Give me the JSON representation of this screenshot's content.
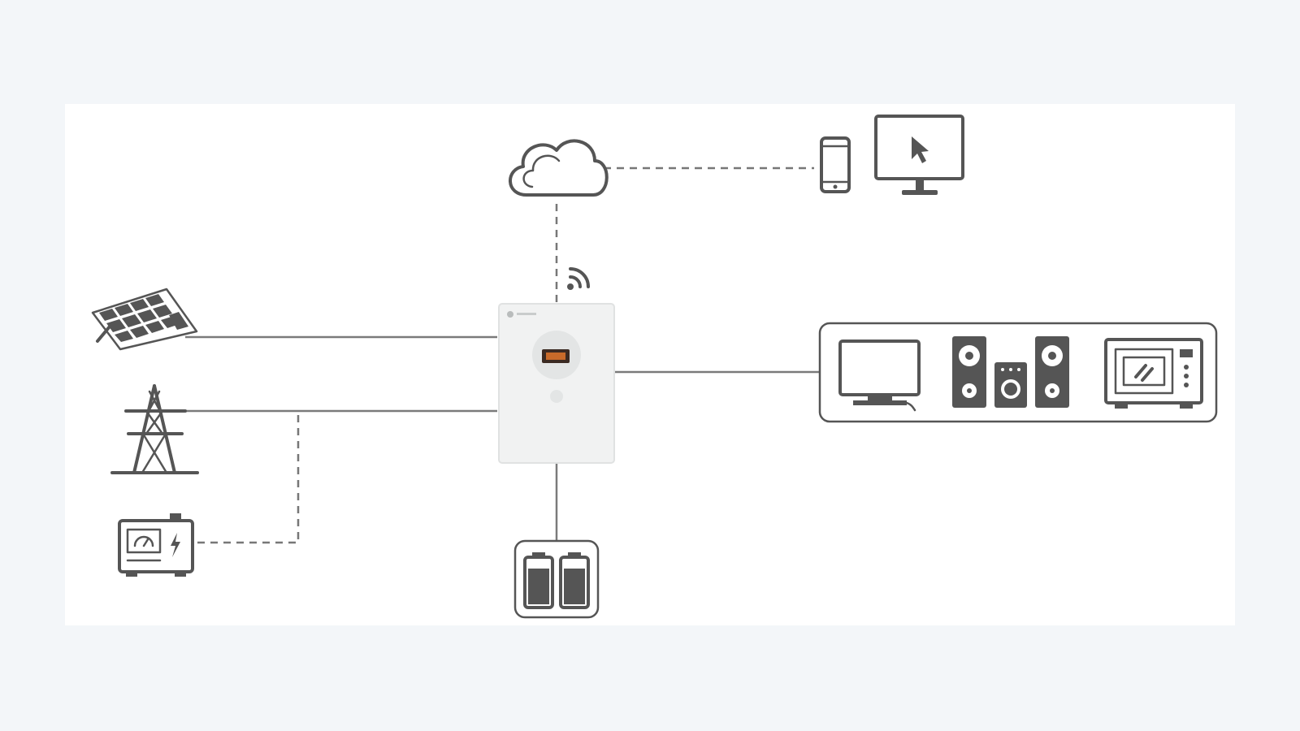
{
  "colors": {
    "page_background": "#f3f6f9",
    "panel_background": "#ffffff",
    "line": "#7a7a7a",
    "icon": "#555555",
    "inverter_body": "#f1f2f2",
    "inverter_display": "#c86a2a"
  },
  "nodes": [
    {
      "id": "inverter",
      "icon": "hybrid-inverter"
    },
    {
      "id": "solar",
      "icon": "solar-panel-icon"
    },
    {
      "id": "grid",
      "icon": "power-tower-icon"
    },
    {
      "id": "generator",
      "icon": "generator-icon"
    },
    {
      "id": "battery",
      "icon": "battery-pack-icon"
    },
    {
      "id": "cloud",
      "icon": "cloud-icon"
    },
    {
      "id": "phone",
      "icon": "smartphone-icon"
    },
    {
      "id": "computer",
      "icon": "monitor-icon"
    },
    {
      "id": "loads",
      "icon": "household-loads",
      "items": [
        "tv-icon",
        "speakers-icon",
        "microwave-icon"
      ]
    }
  ],
  "links": [
    {
      "from": "solar",
      "to": "inverter",
      "style": "solid"
    },
    {
      "from": "grid",
      "to": "inverter",
      "style": "solid"
    },
    {
      "from": "generator",
      "to": "grid-line",
      "style": "dashed"
    },
    {
      "from": "inverter",
      "to": "battery",
      "style": "solid"
    },
    {
      "from": "inverter",
      "to": "loads",
      "style": "solid"
    },
    {
      "from": "inverter",
      "to": "cloud",
      "style": "dashed",
      "note": "wifi"
    },
    {
      "from": "cloud",
      "to": "phone",
      "style": "dashed"
    }
  ]
}
